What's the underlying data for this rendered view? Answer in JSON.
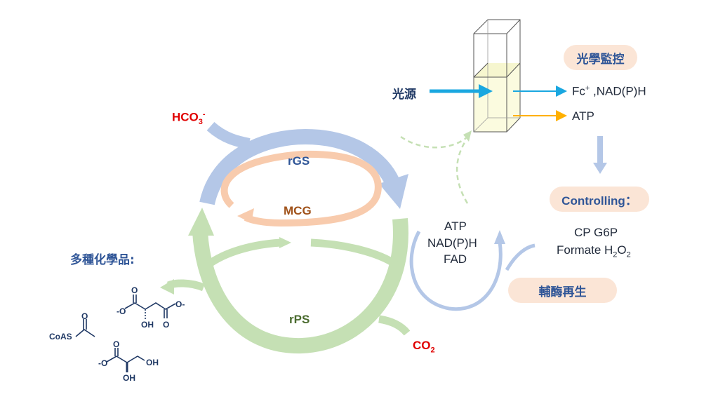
{
  "inputs": {
    "bicarbonate": {
      "base": "HCO",
      "sub": "3",
      "sup": "-"
    },
    "co2": {
      "base": "CO",
      "sub": "2"
    }
  },
  "cycles": {
    "rgs": "rGS",
    "mcg": "MCG",
    "rps": "rPS"
  },
  "products": {
    "title": "多種化學品:",
    "molecules": [
      {
        "name": "acetyl-CoA",
        "label": "CoAS"
      },
      {
        "name": "malate",
        "labels": [
          "O",
          "-O",
          "O-",
          "OH",
          "O"
        ]
      },
      {
        "name": "glycerate",
        "labels": [
          "O",
          "-O",
          "OH",
          "OH"
        ]
      }
    ]
  },
  "light_source": "光源",
  "optical_monitor": {
    "title": "光學監控",
    "outputs": [
      {
        "label_main": "Fc",
        "label_sup": "+",
        "label_rest": " ,NAD(P)H",
        "color": "#1aa7e0"
      },
      {
        "label_main": "ATP",
        "color": "#ffb000"
      }
    ]
  },
  "controlling": {
    "title": "Controlling：",
    "line1": "CP G6P",
    "line2_main": "Formate H",
    "line2_sub1": "2",
    "line2_mid": "O",
    "line2_sub2": "2"
  },
  "cofactors": {
    "items": [
      "ATP",
      "NAD(P)H",
      "FAD"
    ],
    "regeneration": "輔酶再生"
  },
  "colors": {
    "rgs_blue": "#b4c7e7",
    "mcg_orange": "#f8cbad",
    "rps_green": "#c5e0b4",
    "title_blue": "#2f5597",
    "pill_bg": "#fbe5d6",
    "input_red": "#e00000",
    "light_arrow": "#1aa7e0",
    "atp_arrow": "#ffb000",
    "cuvette_fill": "#fbfbdc"
  }
}
